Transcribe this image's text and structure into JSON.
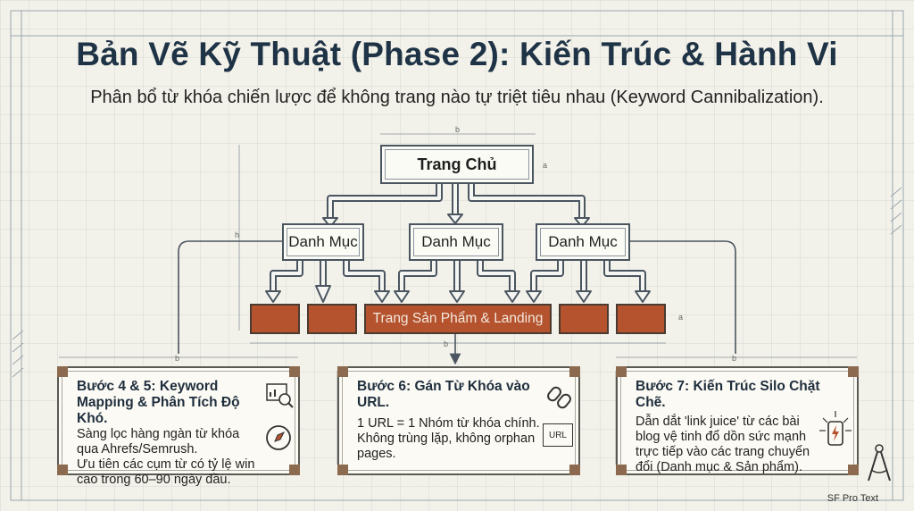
{
  "title": "Bản Vẽ Kỹ Thuật (Phase 2): Kiến Trúc & Hành Vi",
  "subtitle": "Phân bổ từ khóa chiến lược để không trang nào tự triệt tiêu nhau (Keyword Cannibalization).",
  "hierarchy": {
    "root": "Trang Chủ",
    "categories": [
      "Danh Mục",
      "Danh Mục",
      "Danh Mục"
    ],
    "pages_label": "Trang Sản Phẩm & Landing"
  },
  "dimension_labels": [
    "b",
    "a",
    "h",
    "b",
    "a",
    "b",
    "b"
  ],
  "steps": [
    {
      "title": "Bước 4 & 5: Keyword Mapping & Phân Tích Độ Khó.",
      "lines": [
        "Sàng lọc hàng ngàn từ khóa qua Ahrefs/Semrush.",
        "Ưu tiên các cụm từ có tỷ lệ win cao trong 60–90 ngày đầu."
      ],
      "icons": [
        "chart-search-icon",
        "compass-icon"
      ]
    },
    {
      "title": "Bước 6: Gán Từ Khóa vào URL.",
      "lines": [
        "1 URL = 1 Nhóm từ khóa chính.",
        "Không trùng lặp, không orphan pages."
      ],
      "icons": [
        "link-icon",
        "url-cursor-icon"
      ],
      "url_icon_text": "URL"
    },
    {
      "title": "Bước 7: Kiến Trúc Silo Chặt Chẽ.",
      "lines": [
        "Dẫn dắt 'link juice' từ các bài blog vệ tinh đổ dồn sức mạnh trực tiếp vào các trang chuyển đổi (Danh mục & Sản phẩm)."
      ],
      "icons": [
        "power-cell-icon"
      ]
    }
  ],
  "footer": "SF Pro Text",
  "colors": {
    "title": "#1f3346",
    "brick": "#b4532d",
    "line": "#4a5560",
    "paper": "#f3f2ea"
  }
}
